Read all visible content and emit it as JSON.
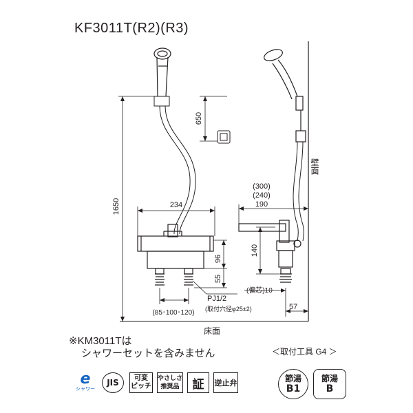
{
  "title": "KF3011T(R2)(R3)",
  "dimensions": {
    "hanger_height": "650",
    "total_height": "1650",
    "body_width": "234",
    "reach_300": "(300)",
    "reach_240": "(240)",
    "reach_190": "190",
    "body_height": "96",
    "spout_height": "140",
    "base_height": "55",
    "connection": "PJ1/2",
    "mount_hole": "(取付穴径φ25±2)",
    "center_offset": "(偏芯)10",
    "pitch": "(85･100･120)",
    "wall_offset": "57"
  },
  "labels": {
    "floor": "床面",
    "wall": "壁面"
  },
  "notes": {
    "line1": "※KM3011Tは",
    "line2": "シャワーセットを含みません"
  },
  "tool_note": "＜取付工具 G4 ＞",
  "badges": {
    "eco_shower": "シャワー",
    "jis": "JIS",
    "variable_pitch_1": "可変",
    "variable_pitch_2": "ピッチ",
    "eco_product_1": "やさしさ",
    "eco_product_2": "推奨品",
    "certified": "証",
    "check_valve": "逆止弁",
    "water_save_1": "節湯",
    "water_save_1_grade": "B1",
    "water_save_2": "節湯",
    "water_save_2_grade": "B"
  }
}
